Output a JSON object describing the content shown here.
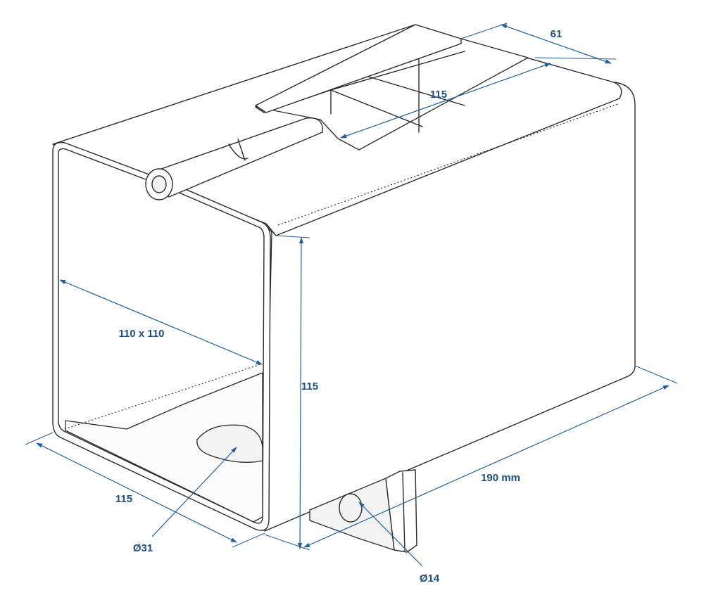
{
  "colors": {
    "outline": "#2a2a2a",
    "dimension": "#1f5f9e",
    "label": "#1f4f82",
    "background": "#ffffff"
  },
  "dimensions": {
    "slot_width": "61",
    "slot_length": "115",
    "inner_section": "110 x 110",
    "height": "115",
    "width": "115",
    "length": "190 mm",
    "large_hole": "Ø31",
    "small_hole": "Ø14"
  }
}
